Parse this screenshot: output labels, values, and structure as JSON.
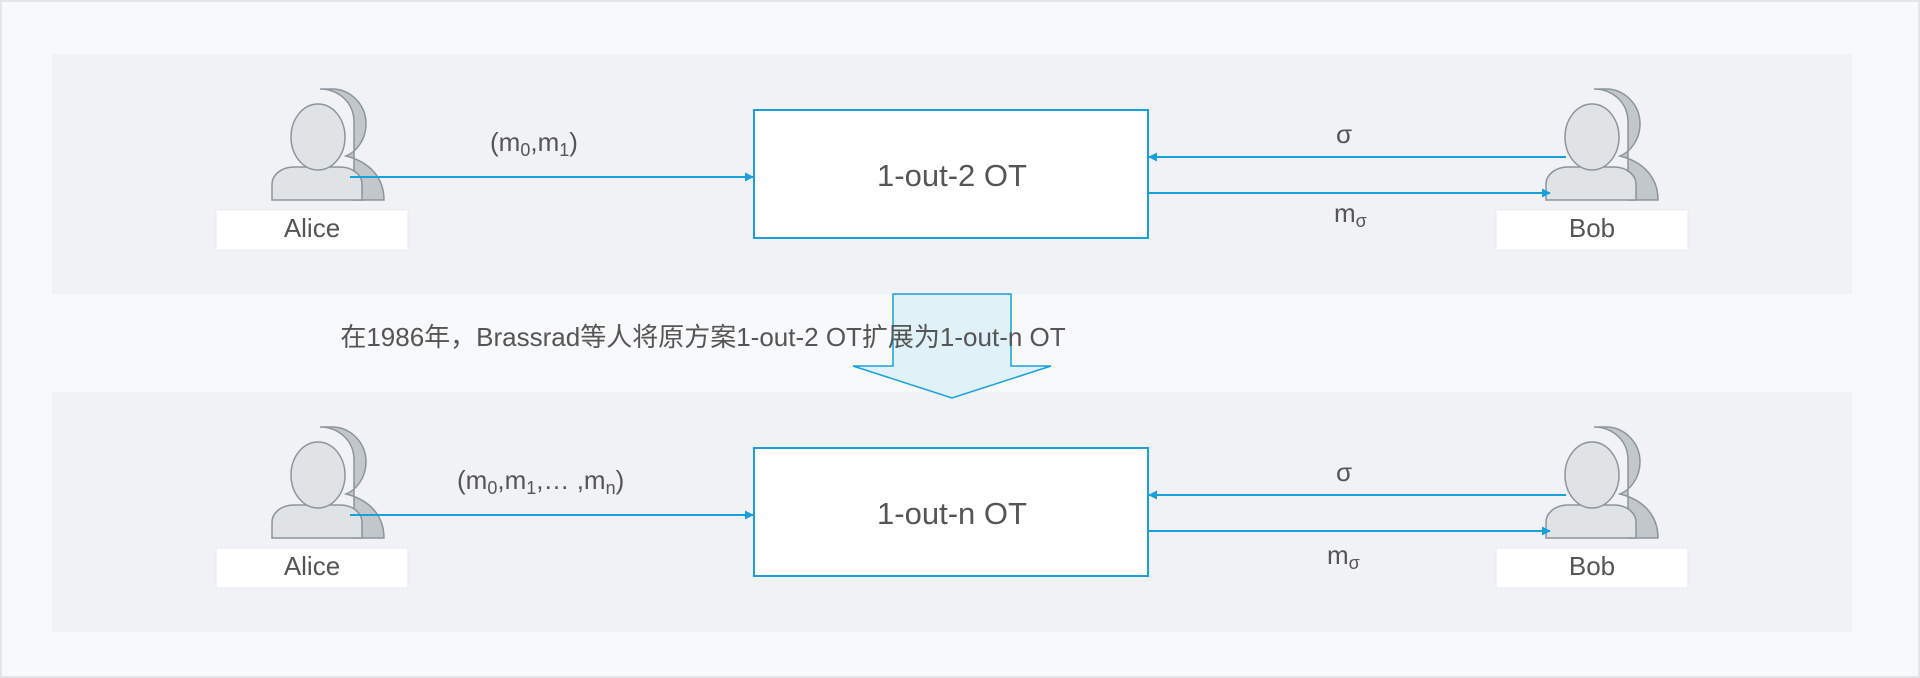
{
  "colors": {
    "outer_background": "#f8f9fb",
    "outer_border": "#e3e6eb",
    "panel_background": "#f1f2f5",
    "box_border": "#1a9fdd",
    "box_fill": "#ffffff",
    "arrow": "#1a9fdd",
    "down_arrow_fill": "#e0f1f8",
    "down_arrow_stroke": "#1a9fdd",
    "person_light": "#dfe3e6",
    "person_dark": "#c2c7cc",
    "person_outline": "#8c949c",
    "text": "#555555"
  },
  "icons": {
    "alice": "user-icon",
    "bob": "user-icon",
    "transition": "down-arrow-icon"
  },
  "top": {
    "sender_label": "Alice",
    "receiver_label": "Bob",
    "box_label": "1-out-2 OT",
    "input_label": {
      "open": "(m",
      "sub0": "0",
      "mid": ",m",
      "sub1": "1",
      "close": ")"
    },
    "choice_label": "σ",
    "output_label": {
      "base": "m",
      "sub": "σ"
    }
  },
  "transition_text": "在1986年，Brassrad等人将原方案1-out-2 OT扩展为1-out-n OT",
  "bottom": {
    "sender_label": "Alice",
    "receiver_label": "Bob",
    "box_label": "1-out-n OT",
    "input_label": {
      "open": "(m",
      "sub0": "0",
      "mid1": ",m",
      "sub1": "1",
      "mid2": ",… ,m",
      "subn": "n",
      "close": ")"
    },
    "choice_label": "σ",
    "output_label": {
      "base": "m",
      "sub": "σ"
    }
  }
}
